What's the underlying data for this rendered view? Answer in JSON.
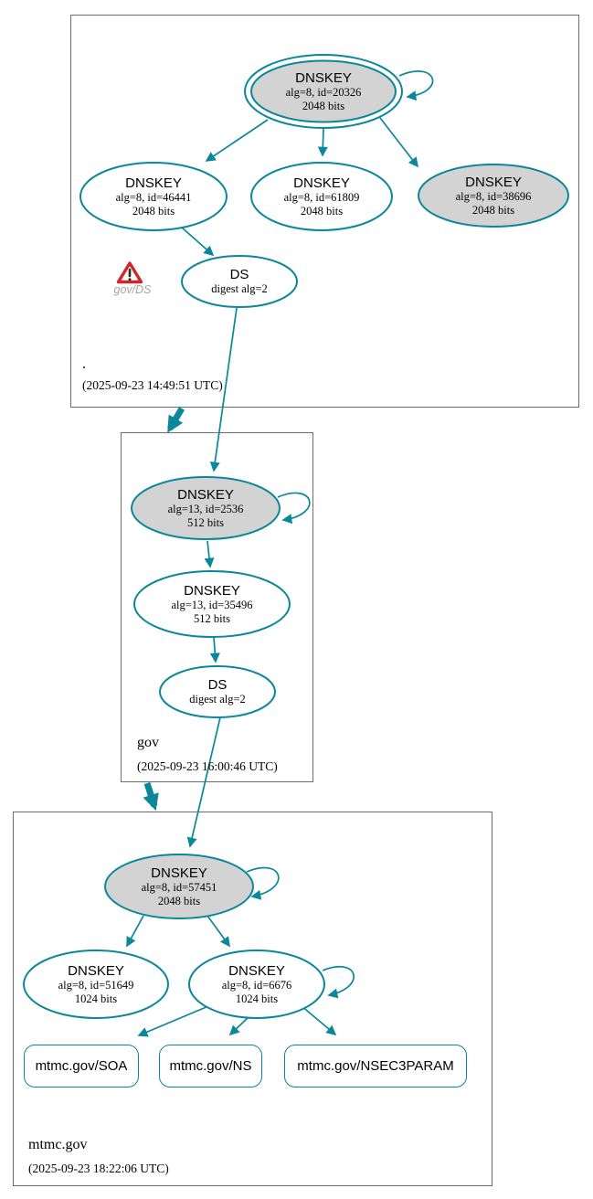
{
  "colors": {
    "secure_teal": "#0a879a",
    "ksk_fill": "#d3d3d3",
    "warning_red": "#d2252c"
  },
  "zones": [
    {
      "name": ".",
      "timestamp": "(2025-09-23 14:49:51 UTC)",
      "warning_label": "gov/DS",
      "nodes": {
        "ksk": {
          "title": "DNSKEY",
          "detail": "alg=8, id=20326",
          "bits": "2048 bits"
        },
        "zsk_46441": {
          "title": "DNSKEY",
          "detail": "alg=8, id=46441",
          "bits": "2048 bits"
        },
        "zsk_61809": {
          "title": "DNSKEY",
          "detail": "alg=8, id=61809",
          "bits": "2048 bits"
        },
        "ksk_38696": {
          "title": "DNSKEY",
          "detail": "alg=8, id=38696",
          "bits": "2048 bits"
        },
        "ds": {
          "title": "DS",
          "detail": "digest alg=2"
        }
      }
    },
    {
      "name": "gov",
      "timestamp": "(2025-09-23 16:00:46 UTC)",
      "nodes": {
        "ksk": {
          "title": "DNSKEY",
          "detail": "alg=13, id=2536",
          "bits": "512 bits"
        },
        "zsk": {
          "title": "DNSKEY",
          "detail": "alg=13, id=35496",
          "bits": "512 bits"
        },
        "ds": {
          "title": "DS",
          "detail": "digest alg=2"
        }
      }
    },
    {
      "name": "mtmc.gov",
      "timestamp": "(2025-09-23 18:22:06 UTC)",
      "nodes": {
        "ksk": {
          "title": "DNSKEY",
          "detail": "alg=8, id=57451",
          "bits": "2048 bits"
        },
        "zsk_51649": {
          "title": "DNSKEY",
          "detail": "alg=8, id=51649",
          "bits": "1024 bits"
        },
        "zsk_6676": {
          "title": "DNSKEY",
          "detail": "alg=8, id=6676",
          "bits": "1024 bits"
        }
      },
      "rrsets": [
        {
          "label": "mtmc.gov/SOA"
        },
        {
          "label": "mtmc.gov/NS"
        },
        {
          "label": "mtmc.gov/NSEC3PARAM"
        }
      ]
    }
  ]
}
